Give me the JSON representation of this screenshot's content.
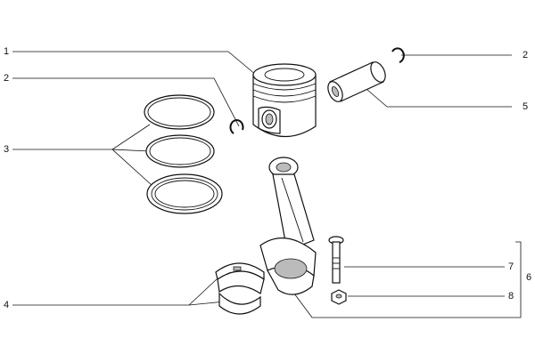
{
  "callouts": {
    "piston": "1",
    "circlip_left": "2",
    "circlip_right": "2",
    "rings": "3",
    "bearing_shells": "4",
    "piston_pin": "5",
    "connecting_rod_assembly": "6",
    "rod_bolt": "7",
    "rod_nut": "8"
  }
}
